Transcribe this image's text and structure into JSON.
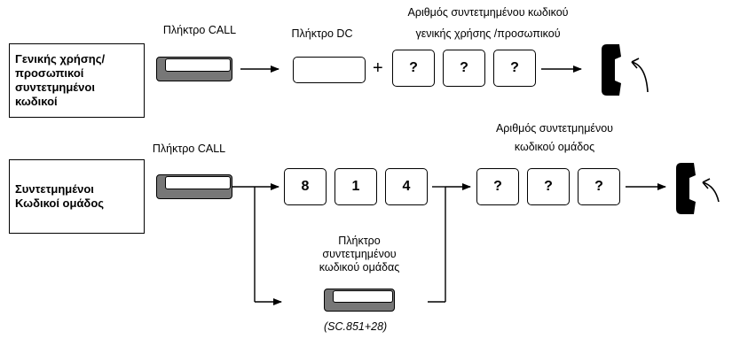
{
  "row1": {
    "box_text": "Γενικής χρήσης/\nπροσωπικοί\nσυντετμημένοι\nκωδικοί",
    "call_label": "Πλήκτρο CALL",
    "dc_label": "Πλήκτρο DC",
    "code_label_line1": "Αριθμός συντετμημένου κωδικού",
    "code_label_line2": "γενικής χρήσης /προσωπικού",
    "plus": "+",
    "keys": [
      "?",
      "?",
      "?"
    ]
  },
  "row2": {
    "box_text": "Συντετμημένοι\nΚωδικοί ομάδος",
    "call_label": "Πλήκτρο CALL",
    "digits": [
      "8",
      "1",
      "4"
    ],
    "code_label_line1": "Αριθμός συντετμημένου",
    "code_label_line2": "κωδικού ομάδος",
    "keys": [
      "?",
      "?",
      "?"
    ],
    "alt_label": "Πλήκτρο\nσυντετμημένου\nκωδικού ομάδας",
    "note": "(SC.851+28)"
  },
  "icons": {
    "phone": "phone-handset-icon",
    "arrow": "arrow-right-icon"
  }
}
